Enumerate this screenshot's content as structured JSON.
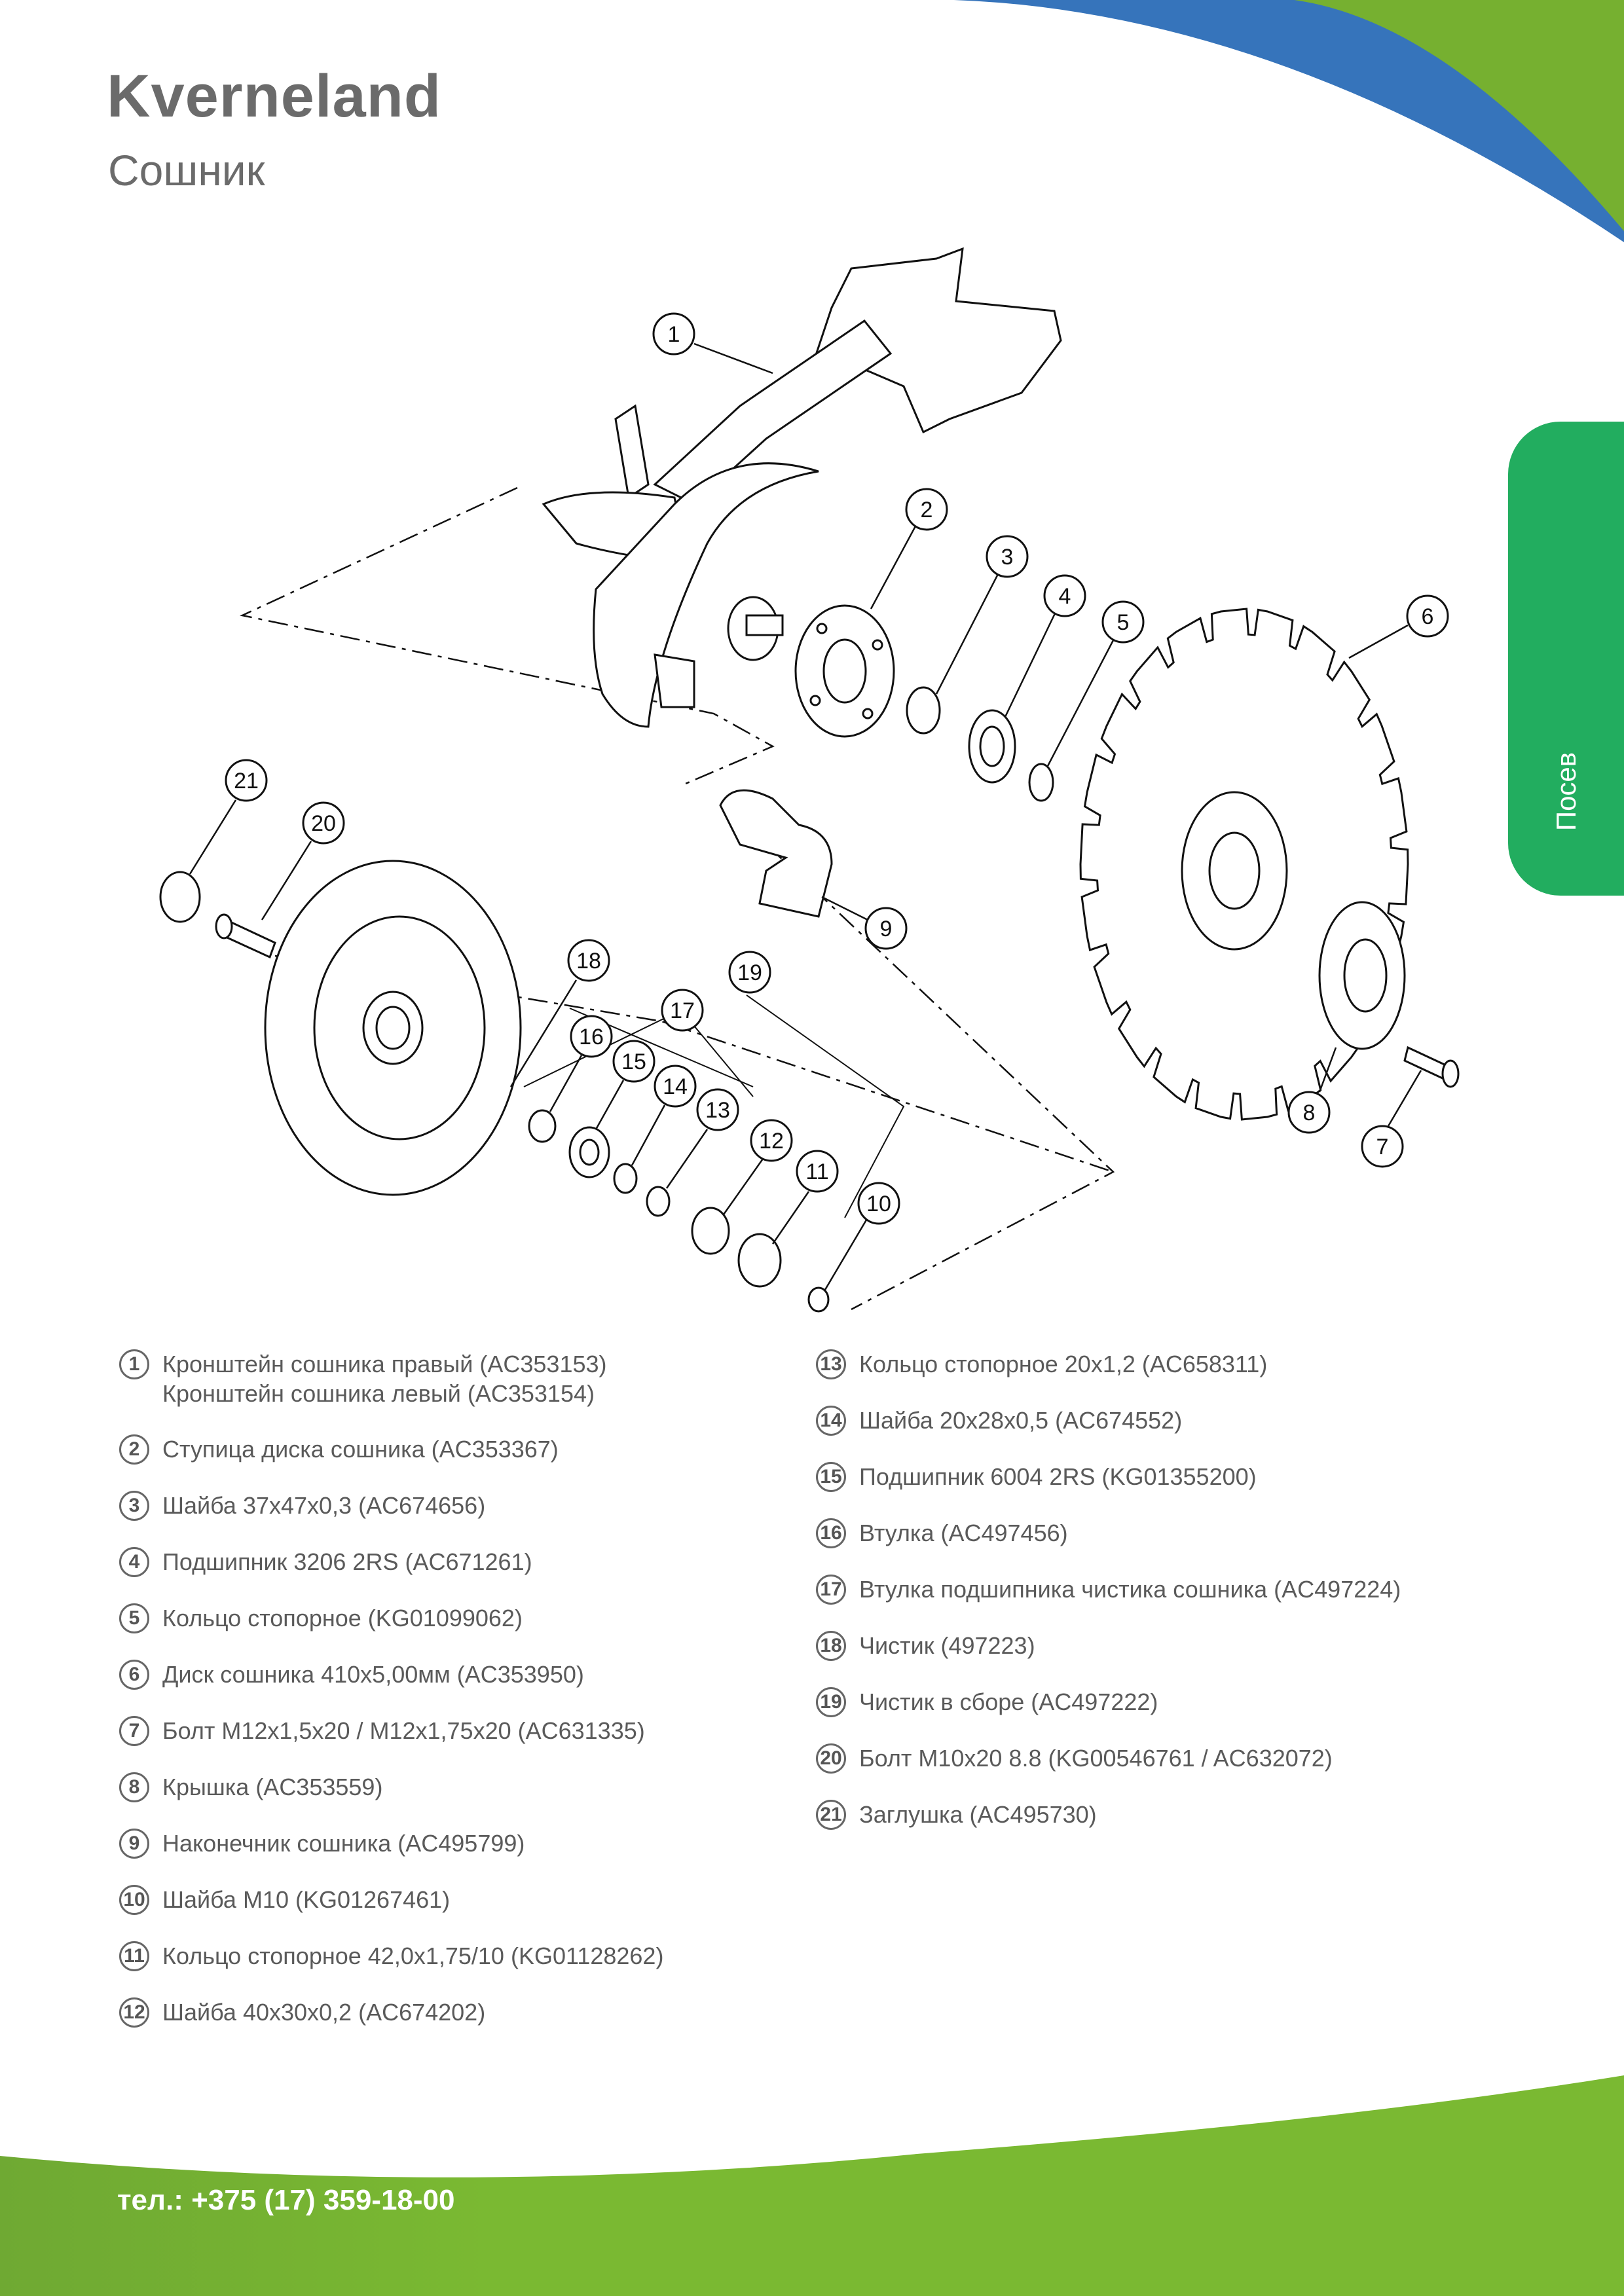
{
  "header": {
    "brand": "Kverneland",
    "subtitle": "Сошник"
  },
  "side_tab": {
    "label": "Посев"
  },
  "footer": {
    "phone": "тел.: +375 (17) 359-18-00"
  },
  "colors": {
    "blue": "#3674bb",
    "green": "#76b030",
    "tab_green": "#22ad5f",
    "footer_green": "#7ab932"
  },
  "diagram": {
    "callouts": [
      "1",
      "2",
      "3",
      "4",
      "5",
      "6",
      "7",
      "8",
      "9",
      "10",
      "11",
      "12",
      "13",
      "14",
      "15",
      "16",
      "17",
      "18",
      "19",
      "20",
      "21"
    ]
  },
  "parts_left": [
    {
      "num": "1",
      "lines": [
        "Кронштейн сошника правый (AC353153)",
        "Кронштейн сошника левый  (AC353154)"
      ]
    },
    {
      "num": "2",
      "lines": [
        "Ступица диска сошника (AC353367)"
      ]
    },
    {
      "num": "3",
      "lines": [
        "Шайба 37х47х0,3 (AC674656)"
      ]
    },
    {
      "num": "4",
      "lines": [
        "Подшипник 3206 2RS (AC671261)"
      ]
    },
    {
      "num": "5",
      "lines": [
        "Кольцо стопорное (KG01099062)"
      ]
    },
    {
      "num": "6",
      "lines": [
        "Диск сошника 410х5,00мм (AC353950)"
      ]
    },
    {
      "num": "7",
      "lines": [
        "Болт М12х1,5х20 / М12х1,75х20 (AC631335)"
      ]
    },
    {
      "num": "8",
      "lines": [
        "Крышка (AC353559)"
      ]
    },
    {
      "num": "9",
      "lines": [
        "Наконечник сошника (AC495799)"
      ]
    },
    {
      "num": "10",
      "lines": [
        "Шайба М10 (KG01267461)"
      ]
    },
    {
      "num": "11",
      "lines": [
        "Кольцо стопорное 42,0х1,75/10 (KG01128262)"
      ]
    },
    {
      "num": "12",
      "lines": [
        "Шайба 40х30х0,2 (AC674202)"
      ]
    }
  ],
  "parts_right": [
    {
      "num": "13",
      "lines": [
        "Кольцо стопорное 20х1,2 (AC658311)"
      ]
    },
    {
      "num": "14",
      "lines": [
        "Шайба 20х28х0,5 (AC674552)"
      ]
    },
    {
      "num": "15",
      "lines": [
        "Подшипник 6004 2RS (KG01355200)"
      ]
    },
    {
      "num": "16",
      "lines": [
        "Втулка (AC497456)"
      ]
    },
    {
      "num": "17",
      "lines": [
        "Втулка подшипника чистика сошника (AC497224)"
      ]
    },
    {
      "num": "18",
      "lines": [
        "Чистик (497223)"
      ]
    },
    {
      "num": "19",
      "lines": [
        "Чистик в сборе (AC497222)"
      ]
    },
    {
      "num": "20",
      "lines": [
        "Болт М10х20 8.8 (KG00546761 / AC632072)"
      ]
    },
    {
      "num": "21",
      "lines": [
        "Заглушка (AC495730)"
      ]
    }
  ]
}
